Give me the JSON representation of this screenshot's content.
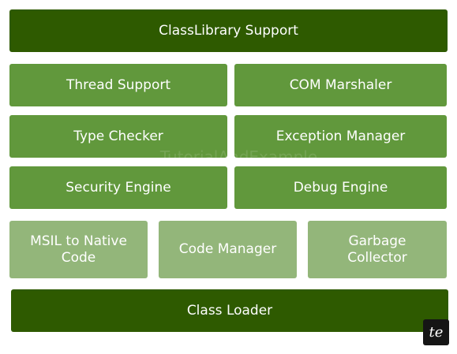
{
  "diagram": {
    "top_block": "ClassLibrary Support",
    "row_1": [
      "Thread Support",
      "COM Marshaler"
    ],
    "row_2": [
      "Type Checker",
      "Exception Manager"
    ],
    "row_3": [
      "Security Engine",
      "Debug Engine"
    ],
    "row_4": [
      "MSIL to Native\nCode",
      "Code Manager",
      "Garbage\nCollector"
    ],
    "bottom_block": "Class Loader"
  },
  "watermark": "TutorialAndExample",
  "logo": "te",
  "colors": {
    "dark_green": "#2e5a00",
    "mid_green": "#61983c",
    "light_green": "#93b67a",
    "text": "#ffffff"
  }
}
